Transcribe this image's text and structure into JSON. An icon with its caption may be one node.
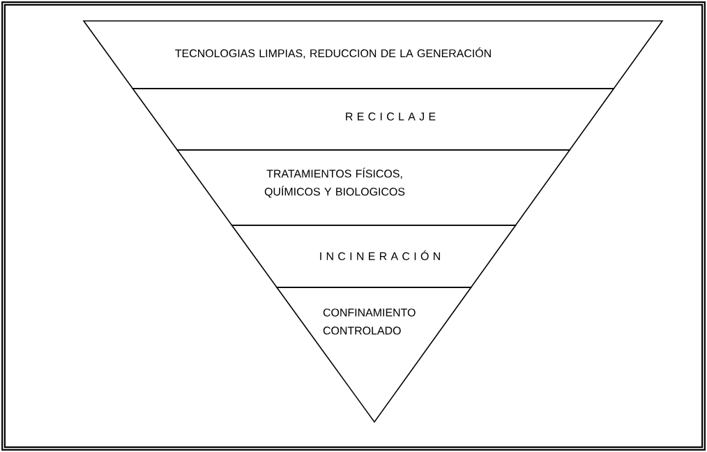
{
  "diagram": {
    "nodes": [
      {
        "text": [
          "TECNOLOGIAS LIMPIAS, REDUCCION DE LA GENERACIÓN"
        ]
      },
      {
        "text": [
          "R E C I C L A J E"
        ]
      },
      {
        "text": [
          "TRATAMIENTOS FÍSICOS, QUÍMICOS Y BIOLOGICOS"
        ]
      },
      {
        "text": [
          "I N C I N E R A C I Ó N"
        ]
      },
      {
        "text": [
          "CONFINAMIENTO CONTROLADO"
        ]
      }
    ]
  }
}
